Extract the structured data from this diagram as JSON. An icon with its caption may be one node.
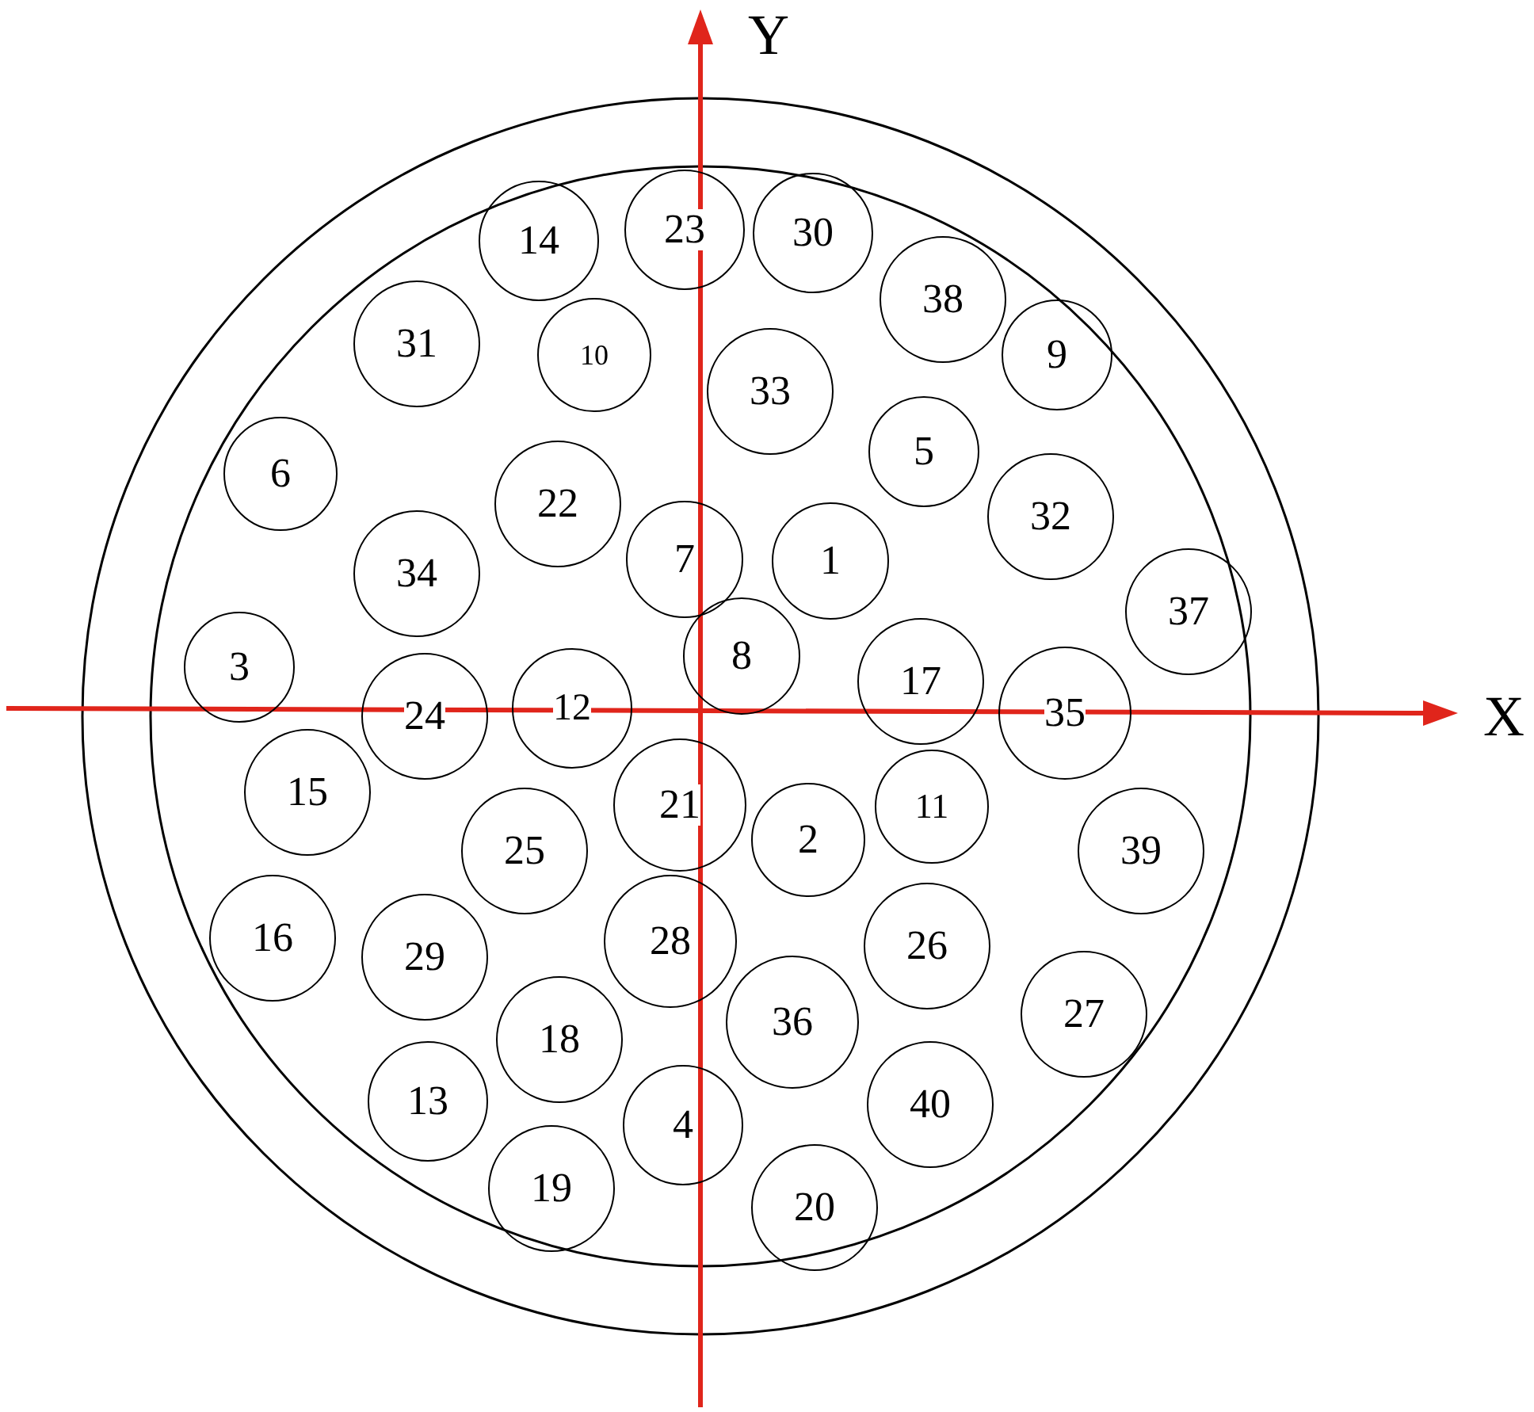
{
  "diagram": {
    "nodes": [
      {
        "text": [
          "23"
        ]
      },
      {
        "text": [
          "14"
        ]
      },
      {
        "text": [
          "30"
        ]
      },
      {
        "text": [
          "38"
        ]
      },
      {
        "text": [
          "31"
        ]
      },
      {
        "text": [
          "10"
        ]
      },
      {
        "text": [
          "9"
        ]
      },
      {
        "text": [
          "33"
        ]
      },
      {
        "text": [
          "5"
        ]
      },
      {
        "text": [
          "6"
        ]
      },
      {
        "text": [
          "22"
        ]
      },
      {
        "text": [
          "32"
        ]
      },
      {
        "text": [
          "7"
        ]
      },
      {
        "text": [
          "1"
        ]
      },
      {
        "text": [
          "34"
        ]
      },
      {
        "text": [
          "37"
        ]
      },
      {
        "text": [
          "8"
        ]
      },
      {
        "text": [
          "3"
        ]
      },
      {
        "text": [
          "17"
        ]
      },
      {
        "text": [
          "12"
        ]
      },
      {
        "text": [
          "24"
        ]
      },
      {
        "text": [
          "35"
        ]
      },
      {
        "text": [
          "15"
        ]
      },
      {
        "text": [
          "21"
        ]
      },
      {
        "text": [
          "11"
        ]
      },
      {
        "text": [
          "2"
        ]
      },
      {
        "text": [
          "39"
        ]
      },
      {
        "text": [
          "25"
        ]
      },
      {
        "text": [
          "16"
        ]
      },
      {
        "text": [
          "28"
        ]
      },
      {
        "text": [
          "26"
        ]
      },
      {
        "text": [
          "29"
        ]
      },
      {
        "text": [
          "27"
        ]
      },
      {
        "text": [
          "36"
        ]
      },
      {
        "text": [
          "18"
        ]
      },
      {
        "text": [
          "13"
        ]
      },
      {
        "text": [
          "40"
        ]
      },
      {
        "text": [
          "4"
        ]
      },
      {
        "text": [
          "19"
        ]
      },
      {
        "text": [
          "20"
        ]
      }
    ],
    "labels": [
      "Y",
      "X"
    ]
  }
}
